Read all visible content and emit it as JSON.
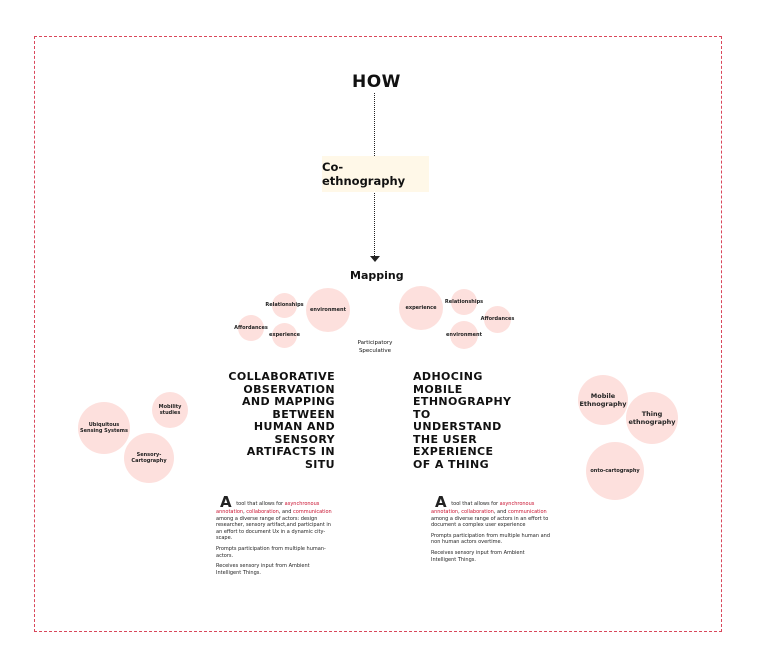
{
  "title": "HOW",
  "center_box": "Co- ethnography",
  "mapping_label": "Mapping",
  "center_tags": [
    "Participatory",
    "Speculative"
  ],
  "left_cluster": [
    "Relationships",
    "environment",
    "Affordances",
    "experience"
  ],
  "right_cluster": [
    "experience",
    "Relationships",
    "Affordances",
    "environment"
  ],
  "far_left_bubbles": [
    "Ubiquitous Sensing Systems",
    "Mobility studies",
    "Sensory-Cartography"
  ],
  "far_right_bubbles": [
    "Mobile Ethnography",
    "Thing ethnography",
    "onto-cartography"
  ],
  "left_heading": [
    "COLLABORATIVE",
    "OBSERVATION",
    "AND MAPPING",
    "BETWEEN",
    "HUMAN AND",
    "SENSORY",
    "ARTIFACTS IN",
    "SITU"
  ],
  "right_heading": [
    "ADHOCING",
    "MOBILE",
    "ETHNOGRAPHY",
    "TO",
    "UNDERSTAND",
    "THE USER",
    "EXPERIENCE",
    "OF A THING"
  ],
  "left_desc": {
    "dropcap": "A",
    "t1": " tool that allows for ",
    "r1": "asynchronous annotation",
    "t2": ", ",
    "r2": "collaboration",
    "t3": ", and ",
    "r3": "communication",
    "t4": " among a diverse range of actors: design researcher, sensory artifact,and participant in an effort to document Ux in a dynamic city-scape.",
    "p2": "Prompts participation from multiple human-actors.",
    "p3": "Receives sensory input from Ambient Intelligent Things."
  },
  "right_desc": {
    "dropcap": "A",
    "t1": " tool that allows for ",
    "r1": "asynchronous annotation",
    "t2": ", ",
    "r2": "collaboration",
    "t3": ", and ",
    "r3": "communication",
    "t4": " among a diverse range of actors in an effort to document a complex user experience",
    "p2": "Prompts participation from multiple human and non human actors overtime.",
    "p3": "Receives sensory input from Ambient Intelligent Things."
  },
  "colors": {
    "frame": "#d9475b",
    "bubble": "#fde0dd",
    "highlight": "#c8102e",
    "box": "#fff8e8"
  }
}
